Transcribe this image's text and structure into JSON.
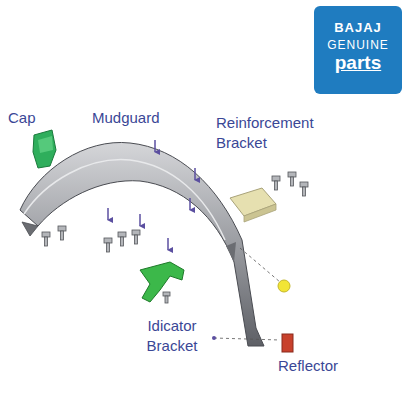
{
  "diagram": {
    "nodes": [
      {
        "text": [
          "BAJAJ",
          "GENUINE",
          "parts"
        ]
      }
    ],
    "labels": [
      "Cap",
      "Mudguard",
      "Reinforcement Bracket",
      "Idicator Bracket",
      "Reflector"
    ]
  }
}
